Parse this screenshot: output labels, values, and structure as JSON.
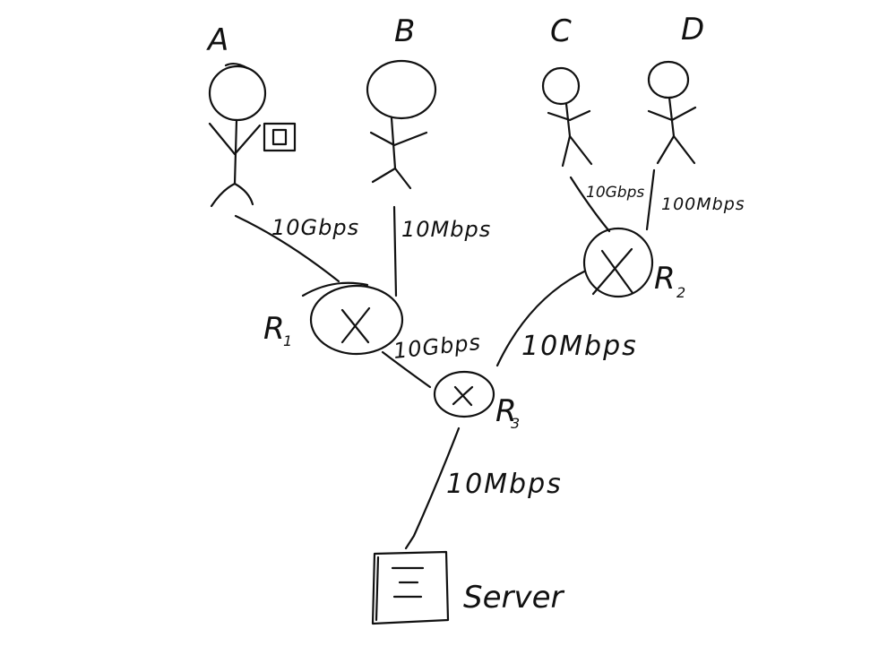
{
  "users": {
    "a": {
      "label": "A"
    },
    "b": {
      "label": "B"
    },
    "c": {
      "label": "C"
    },
    "d": {
      "label": "D"
    }
  },
  "routers": {
    "r1": {
      "letter": "R",
      "sub": "1"
    },
    "r2": {
      "letter": "R",
      "sub": "2"
    },
    "r3": {
      "letter": "R",
      "sub": "3"
    }
  },
  "links": {
    "a_r1": "10Gbps",
    "b_r1": "10Mbps",
    "c_r2": "10Gbps",
    "d_r2": "100Mbps",
    "r1_r3": "10Gbps",
    "r2_r3": "10Mbps",
    "r3_server": "10Mbps"
  },
  "server": {
    "label": "Server"
  }
}
